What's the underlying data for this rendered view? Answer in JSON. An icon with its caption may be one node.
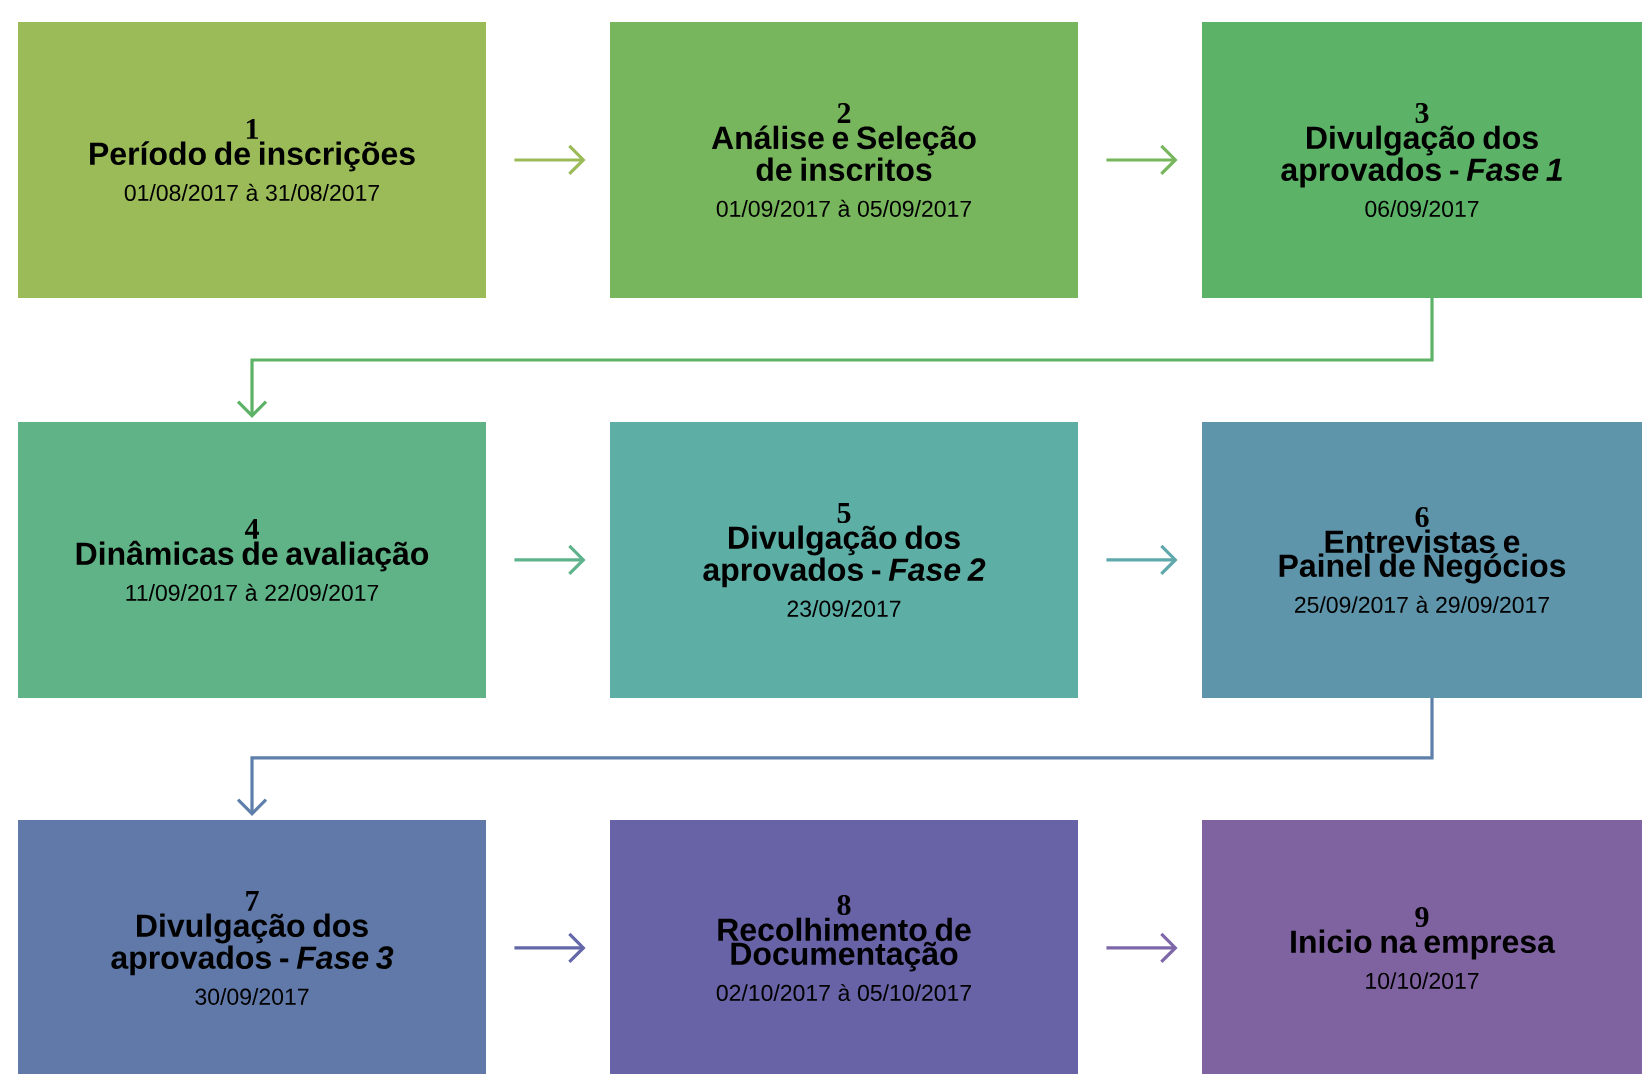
{
  "diagram": {
    "nodes": [
      {
        "text": [
          "1",
          "Período de inscrições",
          "01/08/2017 à 31/08/2017"
        ]
      },
      {
        "text": [
          "2",
          "Análise e Seleção de inscritos",
          "01/09/2017 à 05/09/2017"
        ]
      },
      {
        "text": [
          "3",
          "Divulgação dos aprovados - *Fase 1*",
          "06/09/2017"
        ]
      },
      {
        "text": [
          "4",
          "Dinâmicas de avaliação",
          "11/09/2017 à 22/09/2017"
        ]
      },
      {
        "text": [
          "5",
          "Divulgação dos aprovados - *Fase 2*",
          "23/09/2017"
        ]
      },
      {
        "text": [
          "6",
          "Entrevistas e Painel de Negócios",
          "25/09/2017 à 29/09/2017"
        ]
      },
      {
        "text": [
          "7",
          "Divulgação dos aprovados - *Fase 3*",
          "30/09/2017"
        ]
      },
      {
        "text": [
          "8",
          "Recolhimento de Documentação",
          "02/10/2017 à 05/10/2017"
        ]
      },
      {
        "text": [
          "9",
          "Inicio na empresa",
          "10/10/2017"
        ]
      }
    ],
    "edges": [
      {
        "from": 0,
        "to": 1,
        "arrow": "to",
        "color": "#9bbb59"
      },
      {
        "from": 1,
        "to": 2,
        "arrow": "to",
        "color": "#77b65c"
      },
      {
        "from": 2,
        "to": 3,
        "arrow": "to",
        "color": "#5cb266"
      },
      {
        "from": 3,
        "to": 4,
        "arrow": "to",
        "color": "#5fb38c"
      },
      {
        "from": 4,
        "to": 5,
        "arrow": "to",
        "color": "#5fa8ab"
      },
      {
        "from": 5,
        "to": 6,
        "arrow": "to",
        "color": "#5f7fab"
      },
      {
        "from": 6,
        "to": 7,
        "arrow": "to",
        "color": "#6467a8"
      },
      {
        "from": 7,
        "to": 8,
        "arrow": "to",
        "color": "#7e67a8"
      }
    ]
  }
}
